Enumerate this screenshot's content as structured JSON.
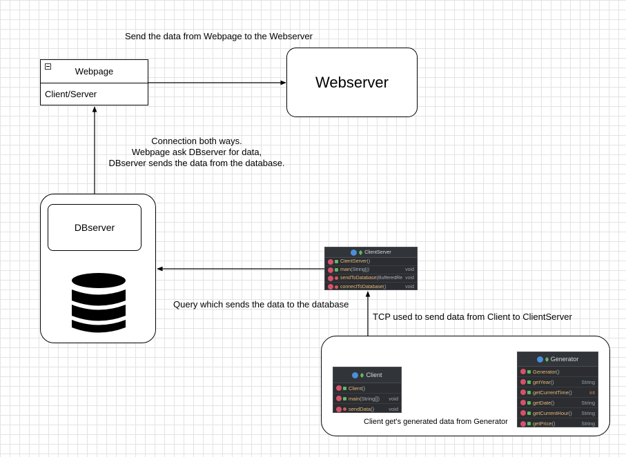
{
  "labels": {
    "send_to_webserver": "Send the data from Webpage to the Webserver",
    "connection_line1": "Connection both ways.",
    "connection_line2": "Webpage ask DBserver for data,",
    "connection_line3": "DBserver sends the data from the database.",
    "query": "Query which sends the data to the database",
    "tcp": "TCP used to send data from Client to ClientServer",
    "client_gets": "Client get's generated data from Generator"
  },
  "webpage": {
    "title": "Webpage",
    "member": "Client/Server"
  },
  "webserver": {
    "title": "Webserver"
  },
  "dbserver": {
    "title": "DBserver"
  },
  "clientserver": {
    "title": "ClientServer",
    "members": [
      {
        "name": "ClientServer",
        "params": "()",
        "type": "",
        "visibility": "public"
      },
      {
        "name": "main",
        "params": "(String[])",
        "type": "void",
        "visibility": "public"
      },
      {
        "name": "sendToDatabase",
        "params": "(BufferedReader)",
        "type": "void",
        "visibility": "private"
      },
      {
        "name": "connectToDatabase",
        "params": "()",
        "type": "void",
        "visibility": "private"
      }
    ]
  },
  "client": {
    "title": "Client",
    "members": [
      {
        "name": "Client",
        "params": "()",
        "type": "",
        "visibility": "public"
      },
      {
        "name": "main",
        "params": "(String[])",
        "type": "void",
        "visibility": "public"
      },
      {
        "name": "sendData",
        "params": "()",
        "type": "void",
        "visibility": "private"
      }
    ]
  },
  "generator": {
    "title": "Generator",
    "members": [
      {
        "name": "Generator",
        "params": "()",
        "type": "",
        "visibility": "public"
      },
      {
        "name": "getYear",
        "params": "()",
        "type": "String",
        "visibility": "public"
      },
      {
        "name": "getCurrentTime",
        "params": "()",
        "type": "int",
        "visibility": "public"
      },
      {
        "name": "getDate",
        "params": "()",
        "type": "String",
        "visibility": "public"
      },
      {
        "name": "getCurrentHour",
        "params": "()",
        "type": "String",
        "visibility": "public"
      },
      {
        "name": "getPrice",
        "params": "()",
        "type": "String",
        "visibility": "public"
      }
    ]
  }
}
